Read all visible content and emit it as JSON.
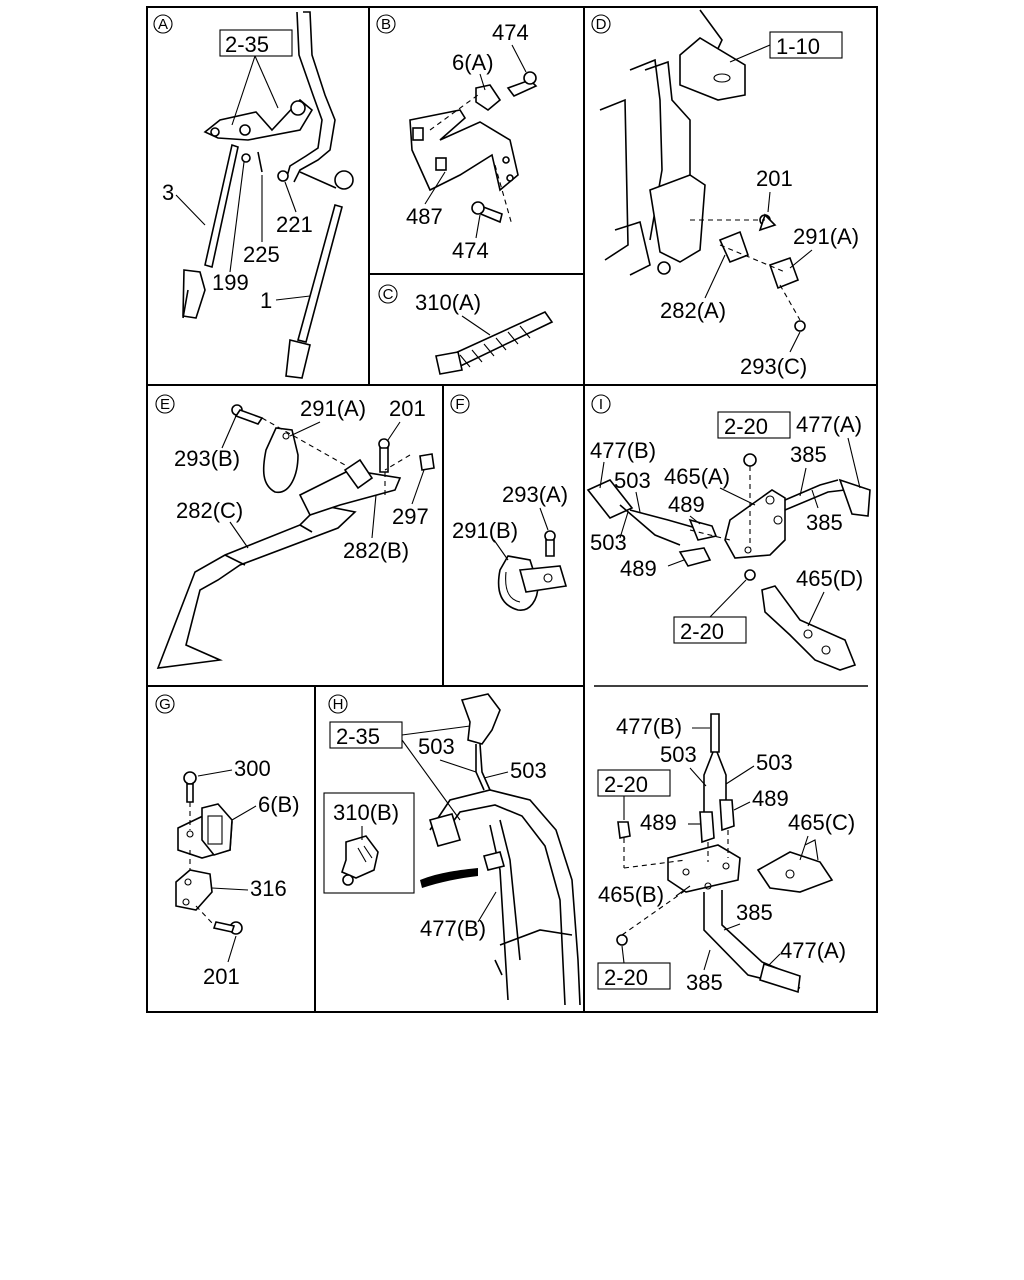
{
  "panels": {
    "A": {
      "letter": "A",
      "labels": {
        "ref_2_35": "2-35",
        "p3": "3",
        "p199": "199",
        "p225": "225",
        "p221": "221",
        "p1": "1"
      }
    },
    "B": {
      "letter": "B",
      "labels": {
        "p474_top": "474",
        "p6a": "6(A)",
        "p487": "487",
        "p474_bot": "474"
      }
    },
    "C": {
      "letter": "C",
      "labels": {
        "p310a": "310(A)"
      }
    },
    "D": {
      "letter": "D",
      "labels": {
        "ref_1_10": "1-10",
        "p201": "201",
        "p291a": "291(A)",
        "p282a": "282(A)",
        "p293c": "293(C)"
      }
    },
    "E": {
      "letter": "E",
      "labels": {
        "p291a": "291(A)",
        "p201": "201",
        "p293b": "293(B)",
        "p297": "297",
        "p282c": "282(C)",
        "p282b": "282(B)"
      }
    },
    "F": {
      "letter": "F",
      "labels": {
        "p293a": "293(A)",
        "p291b": "291(B)"
      }
    },
    "I": {
      "letter": "I",
      "labels": {
        "ref_2_20_top": "2-20",
        "p477a": "477(A)",
        "p477b": "477(B)",
        "p385_top": "385",
        "p503_top": "503",
        "p465a": "465(A)",
        "p489_top": "489",
        "p385_mid": "385",
        "p503_mid": "503",
        "p489_mid": "489",
        "p465d": "465(D)",
        "ref_2_20_bot": "2-20"
      }
    },
    "I2": {
      "labels": {
        "p477b": "477(B)",
        "p503_l": "503",
        "p503_r": "503",
        "ref_2_20_a": "2-20",
        "p489_r": "489",
        "p489_l": "489",
        "p465c": "465(C)",
        "p465b": "465(B)",
        "p385_r": "385",
        "p477a": "477(A)",
        "ref_2_20_b": "2-20",
        "p385_b": "385"
      }
    },
    "G": {
      "letter": "G",
      "labels": {
        "p300": "300",
        "p6b": "6(B)",
        "p316": "316",
        "p201": "201"
      }
    },
    "H": {
      "letter": "H",
      "labels": {
        "ref_2_35": "2-35",
        "p503_l": "503",
        "p503_r": "503",
        "p310b": "310(B)",
        "p477b": "477(B)"
      }
    }
  }
}
